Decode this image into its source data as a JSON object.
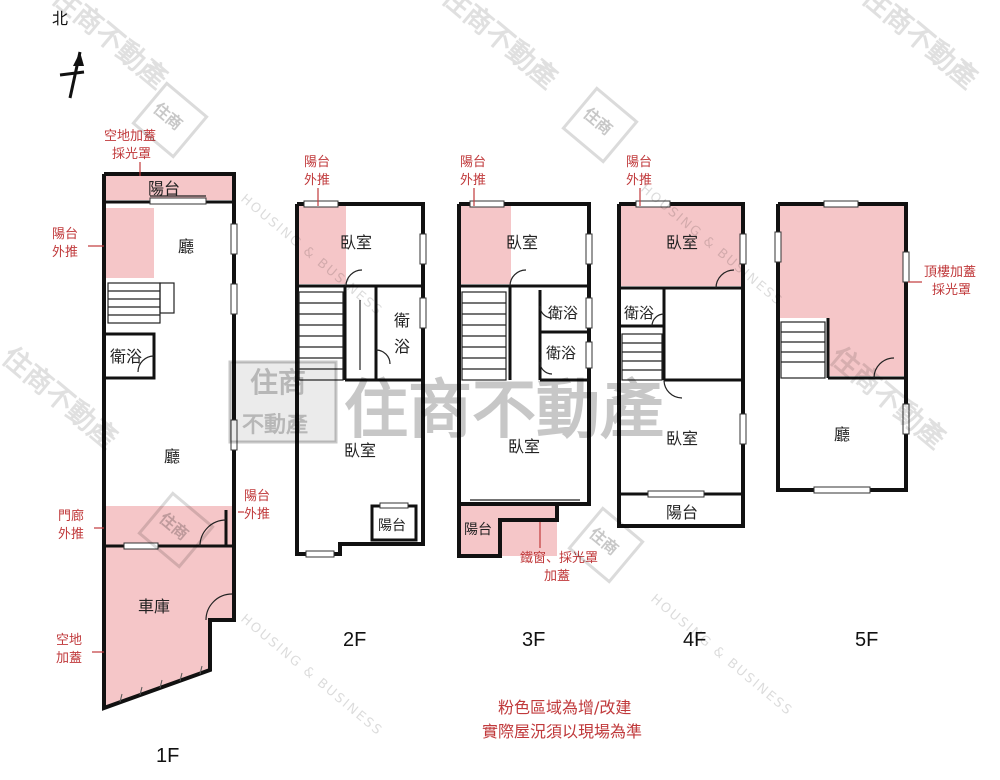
{
  "north": {
    "label": "北"
  },
  "colors": {
    "pink": "#f5c6c8",
    "note": "#c0393b",
    "wall": "#111111"
  },
  "floors": {
    "f1": {
      "label": "1F",
      "rooms": {
        "balcony": "陽台",
        "hall_top": "廳",
        "bath": "衛浴",
        "hall_mid": "廳",
        "garage": "車庫"
      },
      "notes": {
        "skylight": [
          "空地加蓋",
          "採光罩"
        ],
        "balcony_push": [
          "陽台",
          "外推"
        ],
        "porch_push": [
          "門廊",
          "外推"
        ],
        "balcony_push_right": [
          "陽台",
          "外推"
        ],
        "yard_cover": [
          "空地",
          "加蓋"
        ]
      }
    },
    "f2": {
      "label": "2F",
      "rooms": {
        "bedroom_top": "臥室",
        "bath": [
          "衛",
          "浴"
        ],
        "bedroom_mid": "臥室",
        "balcony": "陽台"
      },
      "notes": {
        "balcony_push": [
          "陽台",
          "外推"
        ]
      }
    },
    "f3": {
      "label": "3F",
      "rooms": {
        "bedroom_top": "臥室",
        "bath1": "衛浴",
        "bath2": "衛浴",
        "bedroom_mid": "臥室",
        "balcony": "陽台"
      },
      "notes": {
        "balcony_push": [
          "陽台",
          "外推"
        ],
        "iron_window": [
          "鐵窗、採光罩",
          "加蓋"
        ]
      }
    },
    "f4": {
      "label": "4F",
      "rooms": {
        "bedroom_top": "臥室",
        "bath": "衛浴",
        "bedroom_mid": "臥室",
        "balcony": "陽台"
      },
      "notes": {
        "balcony_push": [
          "陽台",
          "外推"
        ]
      }
    },
    "f5": {
      "label": "5F",
      "rooms": {
        "hall": "廳"
      },
      "notes": {
        "roof_skylight": [
          "頂樓加蓋",
          "採光罩"
        ]
      }
    }
  },
  "legend": [
    "粉色區域為增/改建",
    "實際屋況須以現場為準"
  ],
  "watermark": {
    "logo_line1": "住商",
    "logo_line2": "不動產",
    "big_text": "住商不動產",
    "diag_text": "住商不動產",
    "english": "HOUSING & BUSINESS"
  }
}
